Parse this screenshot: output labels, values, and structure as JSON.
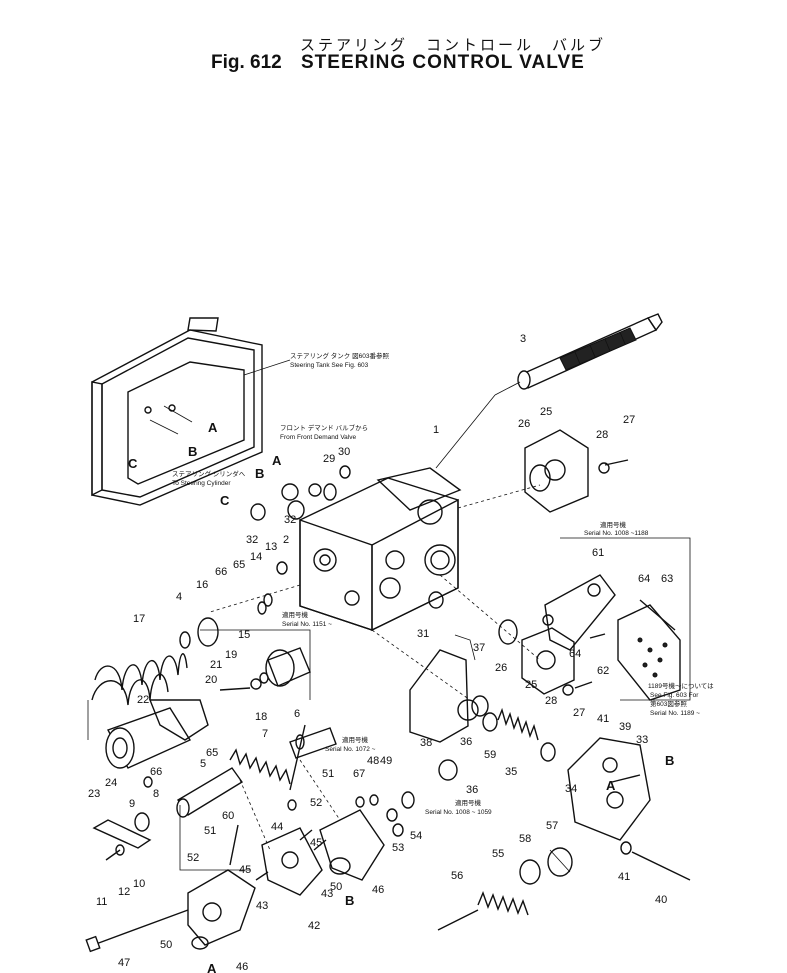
{
  "header": {
    "title_jp": "ステアリング　コントロール　バルブ",
    "fig_no": "Fig. 612",
    "title_en": "STEERING CONTROL VALVE"
  },
  "notes": {
    "tank_jp": "ステアリング タンク 図603番参照",
    "tank_en": "Steering Tank See Fig. 603",
    "front_jp": "フロント デマンド バルブから",
    "front_en": "From Front Demand Valve",
    "cyl_jp": "ステアリング シリンダへ",
    "cyl_en": "To Steering Cylinder",
    "serial_61_jp": "適用号機",
    "serial_61": "Serial No. 1008 ~1188",
    "serial_1151_jp": "適用号機",
    "serial_1151": "Serial No. 1151 ~",
    "serial_1072_jp": "適用号機",
    "serial_1072": "Serial No. 1072 ~",
    "serial_1059_jp": "適用号機",
    "serial_1059": "Serial No. 1008 ~ 1059",
    "see603_jp": "1189号機～については",
    "see603_a": "See Fig. 603 For",
    "see603_b": "第603図参照",
    "see603_c": "Serial No. 1189 ~"
  },
  "letters": {
    "A": "A",
    "B": "B",
    "C": "C"
  },
  "callouts": {
    "n1": "1",
    "n2": "2",
    "n3": "3",
    "n4": "4",
    "n5": "5",
    "n6": "6",
    "n7": "7",
    "n8": "8",
    "n9": "9",
    "n10": "10",
    "n11": "11",
    "n12": "12",
    "n13": "13",
    "n14": "14",
    "n15": "15",
    "n16": "16",
    "n17": "17",
    "n18": "18",
    "n19": "19",
    "n20": "20",
    "n21": "21",
    "n22": "22",
    "n23": "23",
    "n24": "24",
    "n25": "25",
    "n26": "26",
    "n27": "27",
    "n28": "28",
    "n29": "29",
    "n30": "30",
    "n31": "31",
    "n32": "32",
    "n33": "33",
    "n34": "34",
    "n35": "35",
    "n36": "36",
    "n37": "37",
    "n38": "38",
    "n39": "39",
    "n40": "40",
    "n41": "41",
    "n42": "42",
    "n43": "43",
    "n44": "44",
    "n45": "45",
    "n46": "46",
    "n47": "47",
    "n48": "48",
    "n49": "49",
    "n50": "50",
    "n51": "51",
    "n52": "52",
    "n53": "53",
    "n54": "54",
    "n55": "55",
    "n56": "56",
    "n57": "57",
    "n58": "58",
    "n59": "59",
    "n60": "60",
    "n61": "61",
    "n62": "62",
    "n63": "63",
    "n64": "64",
    "n65": "65",
    "n66": "66",
    "n67": "67"
  }
}
